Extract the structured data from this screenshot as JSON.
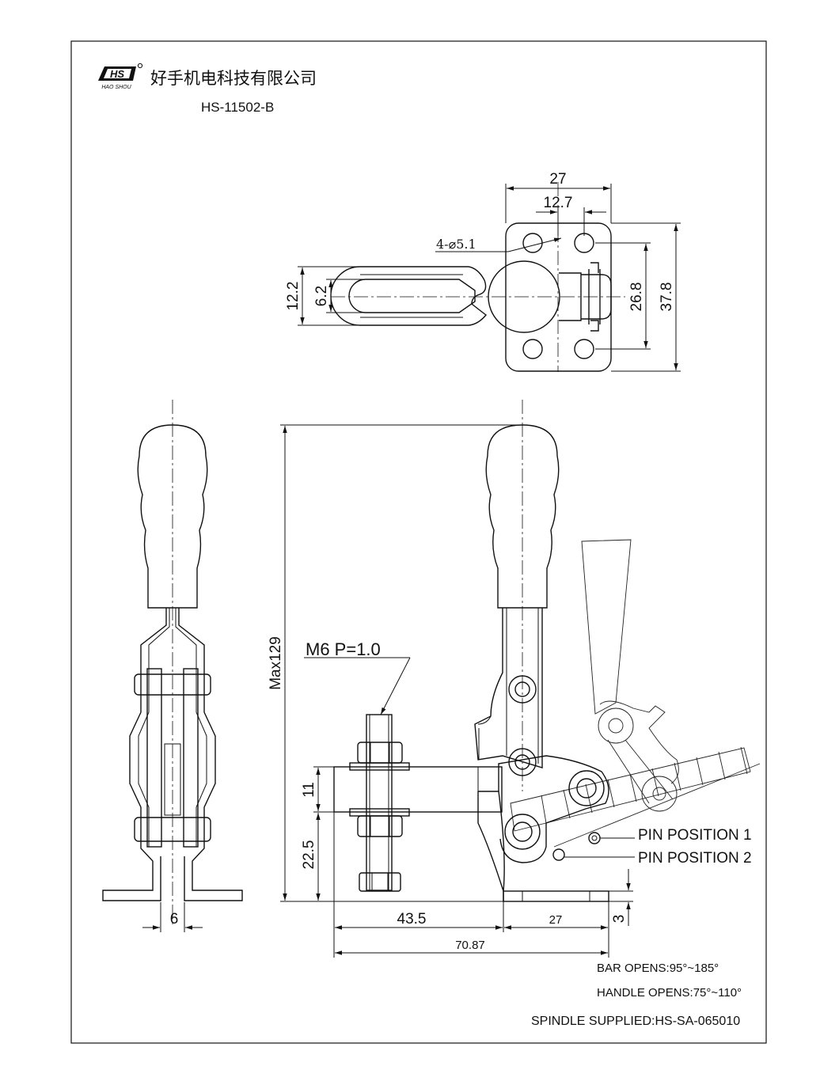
{
  "header": {
    "logo_text": "HS",
    "logo_subtext": "HAO SHOU",
    "company_name": "好手机电科技有限公司",
    "model_number": "HS-11502-B"
  },
  "top_view": {
    "dim_width": "27",
    "dim_hole_spacing_x": "12.7",
    "dim_holes": "4-⌀5.1",
    "dim_hole_spacing_y": "26.8",
    "dim_height": "37.8",
    "dim_bar_width": "12.2",
    "dim_slot_width": "6.2"
  },
  "side_view": {
    "dim_max_height": "Max129",
    "thread_spec": "M6  P=1.0",
    "dim_11": "11",
    "dim_22_5": "22.5",
    "dim_43_5": "43.5",
    "dim_27": "27",
    "dim_3": "3",
    "dim_70_87": "70.87",
    "pin_position_1": "PIN POSITION 1",
    "pin_position_2": "PIN POSITION 2"
  },
  "front_view": {
    "dim_base_thickness": "6"
  },
  "notes": {
    "bar_opens": "BAR OPENS:95°~185°",
    "handle_opens": "HANDLE OPENS:75°~110°",
    "spindle_supplied": "SPINDLE SUPPLIED:HS-SA-065010"
  }
}
